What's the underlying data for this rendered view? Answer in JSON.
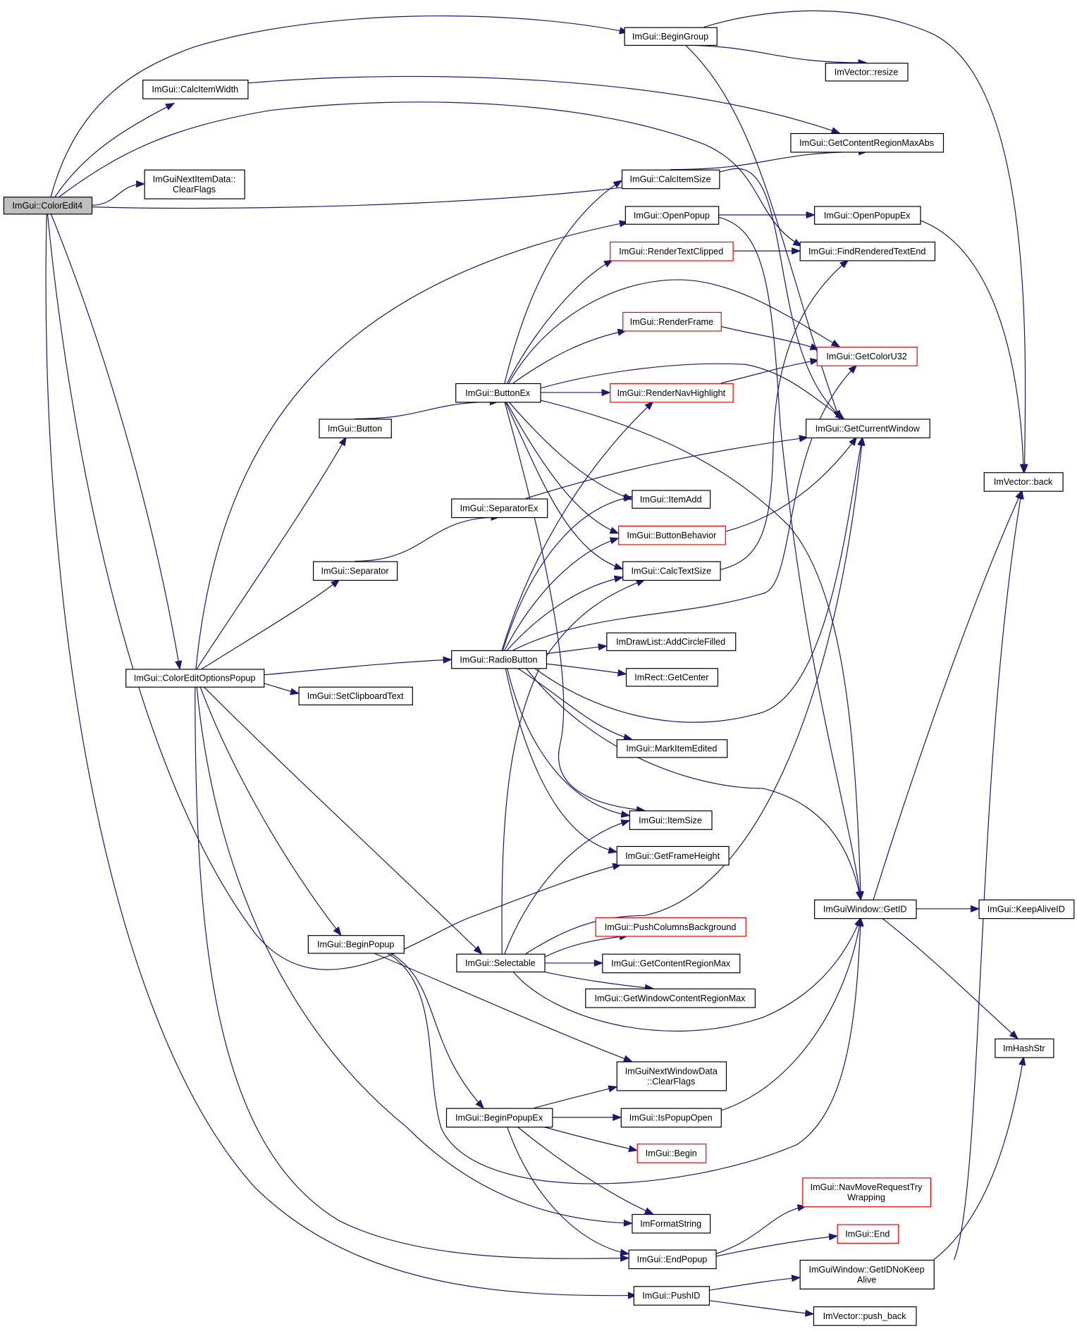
{
  "title": "ImGui::ColorEdit4 call graph",
  "colors": {
    "edge": "#191970",
    "root_fill": "#bfbfbf",
    "truncated_border": "#ff0000",
    "node_border": "#000000"
  },
  "nodes": [
    {
      "id": "coloredit4",
      "label": [
        "ImGui::ColorEdit4"
      ],
      "root": true
    },
    {
      "id": "begingroup",
      "label": [
        "ImGui::BeginGroup"
      ]
    },
    {
      "id": "calcitemwidth",
      "label": [
        "ImGui::CalcItemWidth"
      ]
    },
    {
      "id": "nextitemdata_clearflags",
      "label": [
        "ImGuiNextItemData::",
        "ClearFlags"
      ]
    },
    {
      "id": "coloreditoptionspopup",
      "label": [
        "ImGui::ColorEditOptionsPopup"
      ]
    },
    {
      "id": "vector_resize",
      "label": [
        "ImVector::resize"
      ]
    },
    {
      "id": "getcontentregionmaxabs",
      "label": [
        "ImGui::GetContentRegionMaxAbs"
      ]
    },
    {
      "id": "calcitemsize",
      "label": [
        "ImGui::CalcItemSize"
      ]
    },
    {
      "id": "openpopup",
      "label": [
        "ImGui::OpenPopup"
      ]
    },
    {
      "id": "openpopupex",
      "label": [
        "ImGui::OpenPopupEx"
      ]
    },
    {
      "id": "rendertextclipped",
      "label": [
        "ImGui::RenderTextClipped"
      ],
      "truncated": true
    },
    {
      "id": "findrenderedtextend",
      "label": [
        "ImGui::FindRenderedTextEnd"
      ]
    },
    {
      "id": "renderframe",
      "label": [
        "ImGui::RenderFrame"
      ],
      "truncated": true
    },
    {
      "id": "getcoloru32",
      "label": [
        "ImGui::GetColorU32"
      ],
      "truncated": true
    },
    {
      "id": "buttonex",
      "label": [
        "ImGui::ButtonEx"
      ]
    },
    {
      "id": "rendernavhighlight",
      "label": [
        "ImGui::RenderNavHighlight"
      ],
      "truncated": true
    },
    {
      "id": "button",
      "label": [
        "ImGui::Button"
      ]
    },
    {
      "id": "getcurrentwindow",
      "label": [
        "ImGui::GetCurrentWindow"
      ]
    },
    {
      "id": "vector_back",
      "label": [
        "ImVector::back"
      ]
    },
    {
      "id": "itemadd",
      "label": [
        "ImGui::ItemAdd"
      ]
    },
    {
      "id": "separatorex",
      "label": [
        "ImGui::SeparatorEx"
      ]
    },
    {
      "id": "buttonbehavior",
      "label": [
        "ImGui::ButtonBehavior"
      ],
      "truncated": true
    },
    {
      "id": "separator",
      "label": [
        "ImGui::Separator"
      ]
    },
    {
      "id": "calctextsize",
      "label": [
        "ImGui::CalcTextSize"
      ]
    },
    {
      "id": "addcirclefilled",
      "label": [
        "ImDrawList::AddCircleFilled"
      ]
    },
    {
      "id": "radiobutton",
      "label": [
        "ImGui::RadioButton"
      ]
    },
    {
      "id": "rect_getcenter",
      "label": [
        "ImRect::GetCenter"
      ]
    },
    {
      "id": "setclipboardtext",
      "label": [
        "ImGui::SetClipboardText"
      ]
    },
    {
      "id": "markitemedited",
      "label": [
        "ImGui::MarkItemEdited"
      ]
    },
    {
      "id": "itemsize",
      "label": [
        "ImGui::ItemSize"
      ]
    },
    {
      "id": "getframeheight",
      "label": [
        "ImGui::GetFrameHeight"
      ]
    },
    {
      "id": "window_getid",
      "label": [
        "ImGuiWindow::GetID"
      ]
    },
    {
      "id": "keepaliveid",
      "label": [
        "ImGui::KeepAliveID"
      ]
    },
    {
      "id": "pushcolumnsbackground",
      "label": [
        "ImGui::PushColumnsBackground"
      ],
      "truncated": true
    },
    {
      "id": "beginpopup",
      "label": [
        "ImGui::BeginPopup"
      ]
    },
    {
      "id": "selectable",
      "label": [
        "ImGui::Selectable"
      ]
    },
    {
      "id": "getcontentregionmax",
      "label": [
        "ImGui::GetContentRegionMax"
      ]
    },
    {
      "id": "getwindowcontentregionmax",
      "label": [
        "ImGui::GetWindowContentRegionMax"
      ]
    },
    {
      "id": "hashstr",
      "label": [
        "ImHashStr"
      ]
    },
    {
      "id": "nextwindowdata_clearflags",
      "label": [
        "ImGuiNextWindowData",
        "::ClearFlags"
      ]
    },
    {
      "id": "beginpopupex",
      "label": [
        "ImGui::BeginPopupEx"
      ]
    },
    {
      "id": "ispopupopen",
      "label": [
        "ImGui::IsPopupOpen"
      ]
    },
    {
      "id": "begin",
      "label": [
        "ImGui::Begin"
      ],
      "truncated": true
    },
    {
      "id": "navmoverequesttrywrapping",
      "label": [
        "ImGui::NavMoveRequestTry",
        "Wrapping"
      ],
      "truncated": true
    },
    {
      "id": "formatstring",
      "label": [
        "ImFormatString"
      ]
    },
    {
      "id": "end",
      "label": [
        "ImGui::End"
      ],
      "truncated": true
    },
    {
      "id": "endpopup",
      "label": [
        "ImGui::EndPopup"
      ]
    },
    {
      "id": "window_getidnokeepalive",
      "label": [
        "ImGuiWindow::GetIDNoKeep",
        "Alive"
      ]
    },
    {
      "id": "pushid",
      "label": [
        "ImGui::PushID"
      ]
    },
    {
      "id": "vector_push_back",
      "label": [
        "ImVector::push_back"
      ]
    }
  ],
  "edges": [
    [
      "coloredit4",
      "begingroup"
    ],
    [
      "coloredit4",
      "calcitemwidth"
    ],
    [
      "coloredit4",
      "nextitemdata_clearflags"
    ],
    [
      "coloredit4",
      "findrenderedtextend"
    ],
    [
      "coloredit4",
      "getcurrentwindow"
    ],
    [
      "coloredit4",
      "coloreditoptionspopup"
    ],
    [
      "coloredit4",
      "getframeheight"
    ],
    [
      "coloredit4",
      "pushid"
    ],
    [
      "begingroup",
      "vector_resize"
    ],
    [
      "begingroup",
      "getcurrentwindow"
    ],
    [
      "begingroup",
      "vector_back"
    ],
    [
      "calcitemwidth",
      "getcontentregionmaxabs"
    ],
    [
      "coloreditoptionspopup",
      "openpopup"
    ],
    [
      "coloreditoptionspopup",
      "button"
    ],
    [
      "coloreditoptionspopup",
      "separator"
    ],
    [
      "coloreditoptionspopup",
      "radiobutton"
    ],
    [
      "coloreditoptionspopup",
      "setclipboardtext"
    ],
    [
      "coloreditoptionspopup",
      "beginpopup"
    ],
    [
      "coloreditoptionspopup",
      "selectable"
    ],
    [
      "coloreditoptionspopup",
      "formatstring"
    ],
    [
      "coloreditoptionspopup",
      "endpopup"
    ],
    [
      "calcitemsize",
      "getcontentregionmaxabs"
    ],
    [
      "openpopup",
      "openpopupex"
    ],
    [
      "openpopup",
      "window_getid"
    ],
    [
      "openpopupex",
      "vector_back"
    ],
    [
      "rendertextclipped",
      "findrenderedtextend"
    ],
    [
      "renderframe",
      "getcoloru32"
    ],
    [
      "buttonex",
      "calcitemsize"
    ],
    [
      "buttonex",
      "rendertextclipped"
    ],
    [
      "buttonex",
      "getcoloru32"
    ],
    [
      "buttonex",
      "renderframe"
    ],
    [
      "buttonex",
      "rendernavhighlight"
    ],
    [
      "buttonex",
      "getcurrentwindow"
    ],
    [
      "buttonex",
      "window_getid"
    ],
    [
      "buttonex",
      "itemadd"
    ],
    [
      "buttonex",
      "buttonbehavior"
    ],
    [
      "buttonex",
      "calctextsize"
    ],
    [
      "buttonex",
      "itemsize"
    ],
    [
      "rendernavhighlight",
      "getcoloru32"
    ],
    [
      "button",
      "buttonex"
    ],
    [
      "separatorex",
      "getcurrentwindow"
    ],
    [
      "buttonbehavior",
      "getcurrentwindow"
    ],
    [
      "separator",
      "separatorex"
    ],
    [
      "calctextsize",
      "findrenderedtextend"
    ],
    [
      "radiobutton",
      "rendernavhighlight"
    ],
    [
      "radiobutton",
      "itemadd"
    ],
    [
      "radiobutton",
      "buttonbehavior"
    ],
    [
      "radiobutton",
      "calctextsize"
    ],
    [
      "radiobutton",
      "getcoloru32"
    ],
    [
      "radiobutton",
      "addcirclefilled"
    ],
    [
      "radiobutton",
      "rect_getcenter"
    ],
    [
      "radiobutton",
      "getcurrentwindow"
    ],
    [
      "radiobutton",
      "markitemedited"
    ],
    [
      "radiobutton",
      "itemsize"
    ],
    [
      "radiobutton",
      "getframeheight"
    ],
    [
      "radiobutton",
      "window_getid"
    ],
    [
      "window_getid",
      "keepaliveid"
    ],
    [
      "window_getid",
      "hashstr"
    ],
    [
      "window_getid",
      "vector_back"
    ],
    [
      "beginpopup",
      "nextwindowdata_clearflags"
    ],
    [
      "beginpopup",
      "beginpopupex"
    ],
    [
      "beginpopup",
      "window_getid"
    ],
    [
      "selectable",
      "calctextsize"
    ],
    [
      "selectable",
      "itemsize"
    ],
    [
      "selectable",
      "pushcolumnsbackground"
    ],
    [
      "selectable",
      "getcontentregionmax"
    ],
    [
      "selectable",
      "getwindowcontentregionmax"
    ],
    [
      "selectable",
      "getcurrentwindow"
    ],
    [
      "selectable",
      "window_getid"
    ],
    [
      "beginpopupex",
      "nextwindowdata_clearflags"
    ],
    [
      "beginpopupex",
      "ispopupopen"
    ],
    [
      "beginpopupex",
      "begin"
    ],
    [
      "beginpopupex",
      "formatstring"
    ],
    [
      "beginpopupex",
      "endpopup"
    ],
    [
      "ispopupopen",
      "window_getid"
    ],
    [
      "endpopup",
      "navmoverequesttrywrapping"
    ],
    [
      "endpopup",
      "end"
    ],
    [
      "window_getidnokeepalive",
      "hashstr"
    ],
    [
      "window_getidnokeepalive",
      "vector_back"
    ],
    [
      "pushid",
      "window_getidnokeepalive"
    ],
    [
      "pushid",
      "vector_push_back"
    ]
  ]
}
